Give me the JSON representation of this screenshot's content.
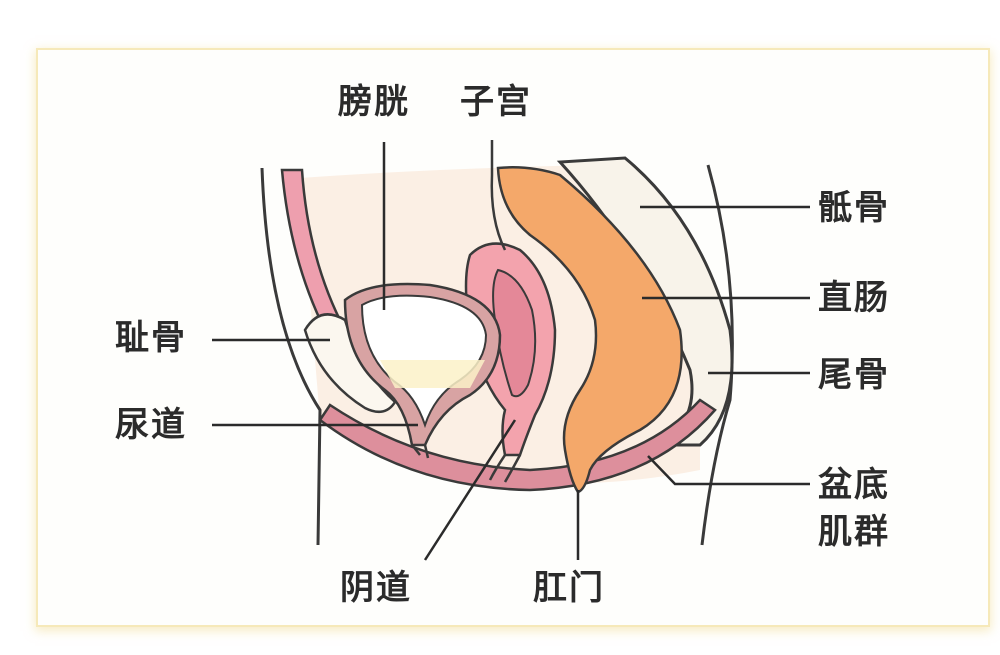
{
  "labels": {
    "bladder": "膀胱",
    "uterus": "子宫",
    "sacrum": "骶骨",
    "rectum": "直肠",
    "pubic_bone": "耻骨",
    "coccyx": "尾骨",
    "urethra": "尿道",
    "pelvic_floor_line1": "盆底",
    "pelvic_floor_line2": "肌群",
    "vagina": "阴道",
    "anus": "肛门"
  },
  "colors": {
    "frame_border": "#f6e9b9",
    "rectum_fill": "#f4a86a",
    "uterus_fill": "#f3a3ad",
    "bladder_wall": "#d8a3a3",
    "muscle_band": "#dd8f9c",
    "skin_tone": "#fbefe4",
    "outline": "#3a3a3a"
  }
}
